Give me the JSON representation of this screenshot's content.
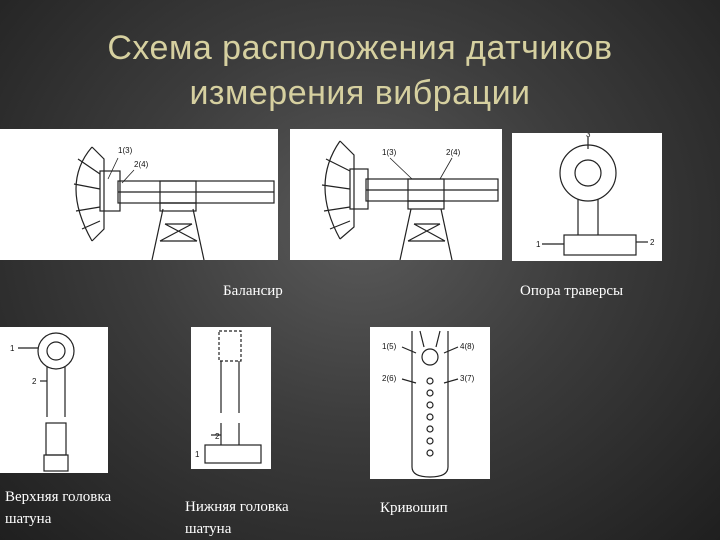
{
  "title": {
    "line1": "Схема расположения датчиков",
    "line2": "измерения вибрации"
  },
  "captions": {
    "balance": "Балансир",
    "traverse": "Опора траверсы",
    "upper_line1": "Верхняя головка",
    "upper_line2": "шатуна",
    "lower_line1": "Нижняя головка",
    "lower_line2": "шатуна",
    "crank": "Кривошип"
  },
  "sensor_labels": {
    "s1_3": "1(3)",
    "s2_4": "2(4)",
    "s1": "1",
    "s2": "2",
    "s3": "3",
    "s1_5": "1(5)",
    "s2_6": "2(6)",
    "s4_8": "4(8)",
    "s3_7": "3(7)"
  }
}
